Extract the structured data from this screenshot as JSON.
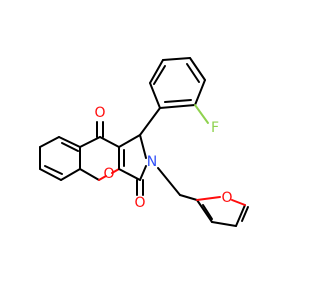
{
  "molecule": {
    "atom_labels": {
      "fluorine": "F",
      "ketone_oxygen": "O",
      "ring_oxygen": "O",
      "lactam_oxygen": "O",
      "nitrogen": "N",
      "furan_oxygen": "O"
    },
    "colors": {
      "bond": "#000000",
      "oxygen": "#ff0d0d",
      "nitrogen": "#3050f8",
      "fluorine": "#8fd24f",
      "background": "#ffffff"
    }
  }
}
